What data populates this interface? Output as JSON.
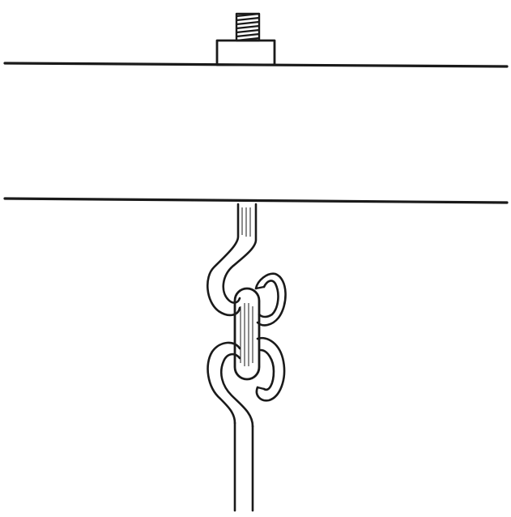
{
  "figure": {
    "caption": "",
    "ink_color": "#1a1a1a",
    "background_color": "#ffffff",
    "parts": {
      "beam": "beam",
      "nut": "nut",
      "threaded_stud": "threaded-stud",
      "upper_rod": "upper-hanger-rod",
      "upper_hook": "upper-s-hook",
      "link": "connecting-link",
      "lower_hook": "lower-s-hook",
      "lower_rod": "lower-hanger-rod"
    }
  }
}
